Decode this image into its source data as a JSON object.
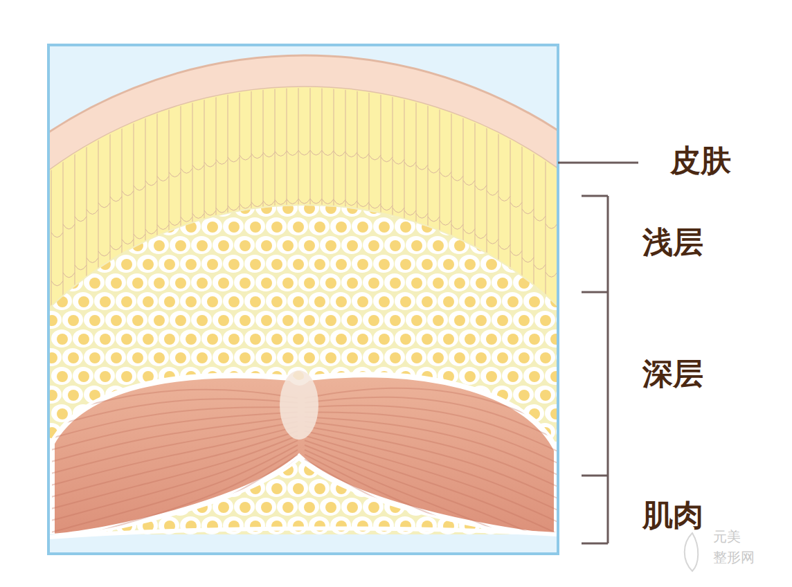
{
  "diagram": {
    "labels": [
      "皮肤",
      "浅层",
      "深层",
      "肌肉",
      "元美",
      "整形网"
    ]
  }
}
